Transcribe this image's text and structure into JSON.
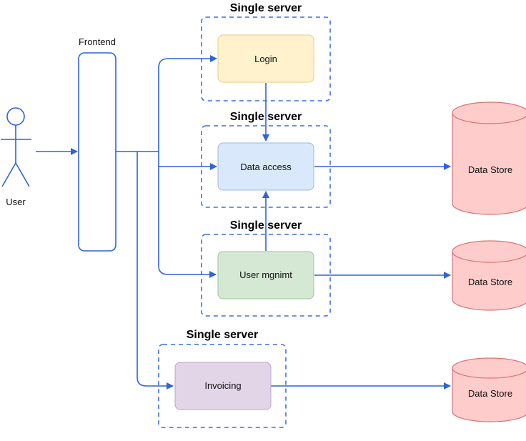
{
  "user": {
    "label": "User"
  },
  "frontend": {
    "label": "Frontend"
  },
  "groups": [
    {
      "title": "Single server"
    },
    {
      "title": "Single server"
    },
    {
      "title": "Single server"
    },
    {
      "title": "Single server"
    }
  ],
  "services": [
    {
      "label": "Login",
      "fill": "#fff2cc",
      "stroke": "#e7cf7a"
    },
    {
      "label": "Data access",
      "fill": "#dae8fc",
      "stroke": "#9db8e0"
    },
    {
      "label": "User mgnimt",
      "fill": "#d5e8d4",
      "stroke": "#9cc49a"
    },
    {
      "label": "Invoicing",
      "fill": "#e1d5e7",
      "stroke": "#b9a4c6"
    }
  ],
  "datastores": [
    {
      "label": "Data Store",
      "fill": "#ffcccc",
      "stroke": "#d97373"
    },
    {
      "label": "Data Store",
      "fill": "#ffcccc",
      "stroke": "#d97373"
    },
    {
      "label": "Data Store",
      "fill": "#ffcccc",
      "stroke": "#d97373"
    }
  ],
  "colors": {
    "connector": "#2f63d6",
    "group_border": "#3f6fe0",
    "frontend_stroke": "#2f63d6"
  }
}
